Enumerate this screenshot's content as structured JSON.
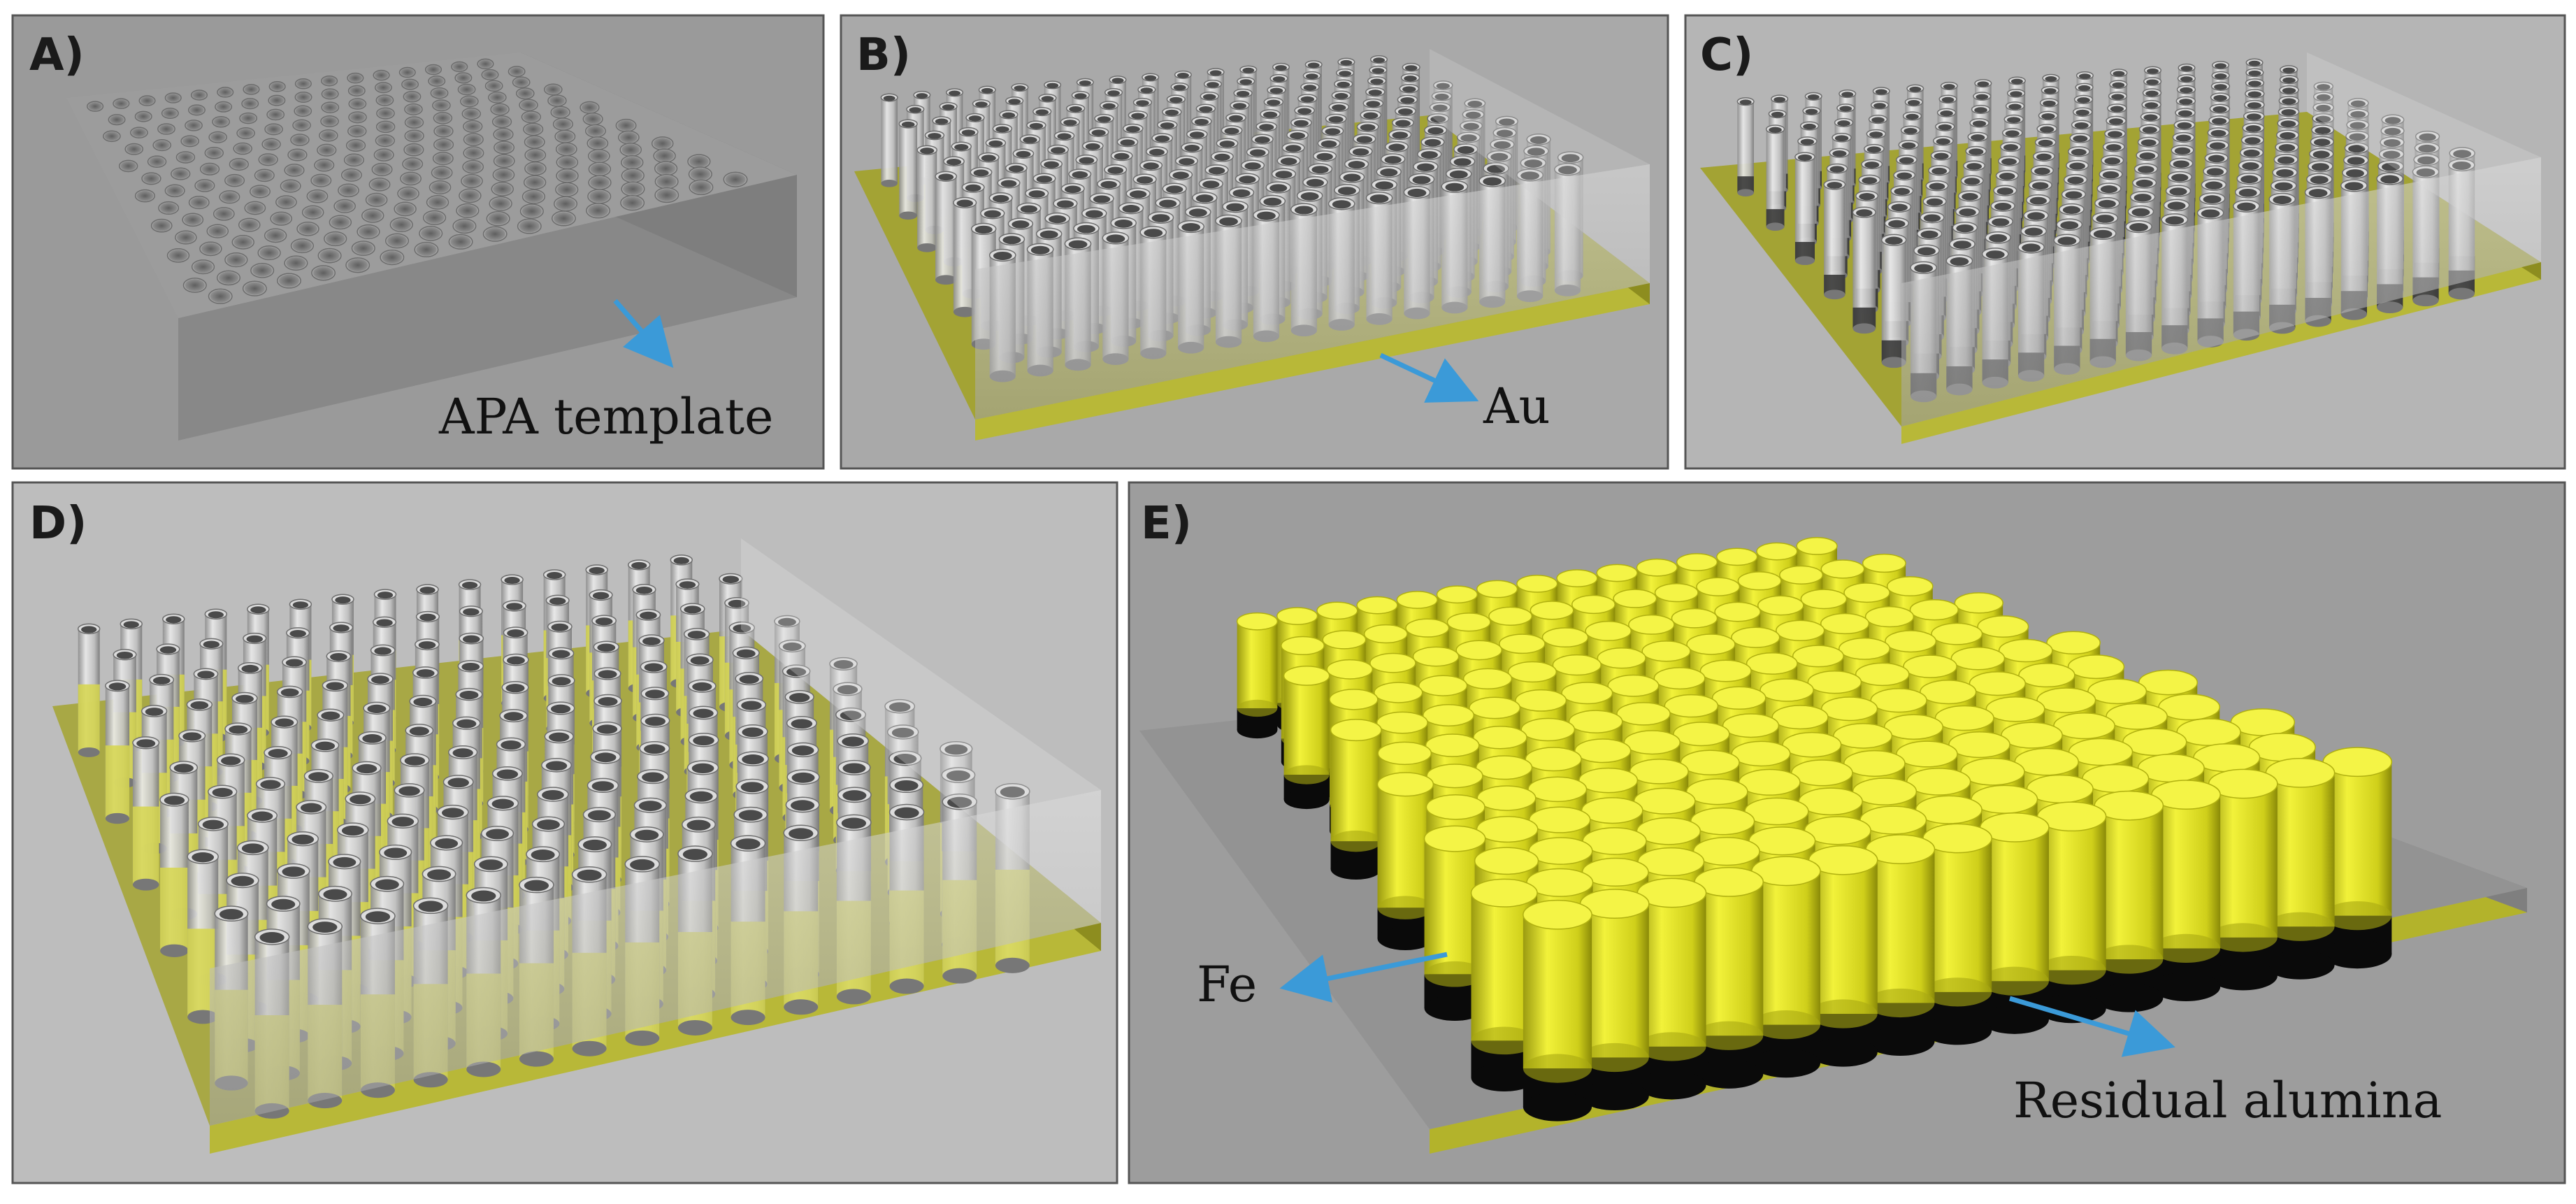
{
  "panels": [
    {
      "id": "A",
      "label": "A)",
      "annotations": [
        "APA template"
      ]
    },
    {
      "id": "B",
      "label": "B)",
      "annotations": [
        "Au"
      ]
    },
    {
      "id": "C",
      "label": "C)",
      "annotations": []
    },
    {
      "id": "D",
      "label": "D)",
      "annotations": []
    },
    {
      "id": "E",
      "label": "E)",
      "annotations": [
        "Fe",
        "Residual alumina"
      ]
    }
  ],
  "colors": {
    "background_ab": "#9a9a9a",
    "background_c": "#b5b5b5",
    "background_d": "#bdbdbd",
    "background_e": "#9d9d9d",
    "template_gray": "#8a8a8a",
    "gold_layer": "#b8b838",
    "nanowire_yellow": "#e8e821",
    "iron_black": "#0a0a0a",
    "arrow_blue": "#3b9ad8"
  }
}
